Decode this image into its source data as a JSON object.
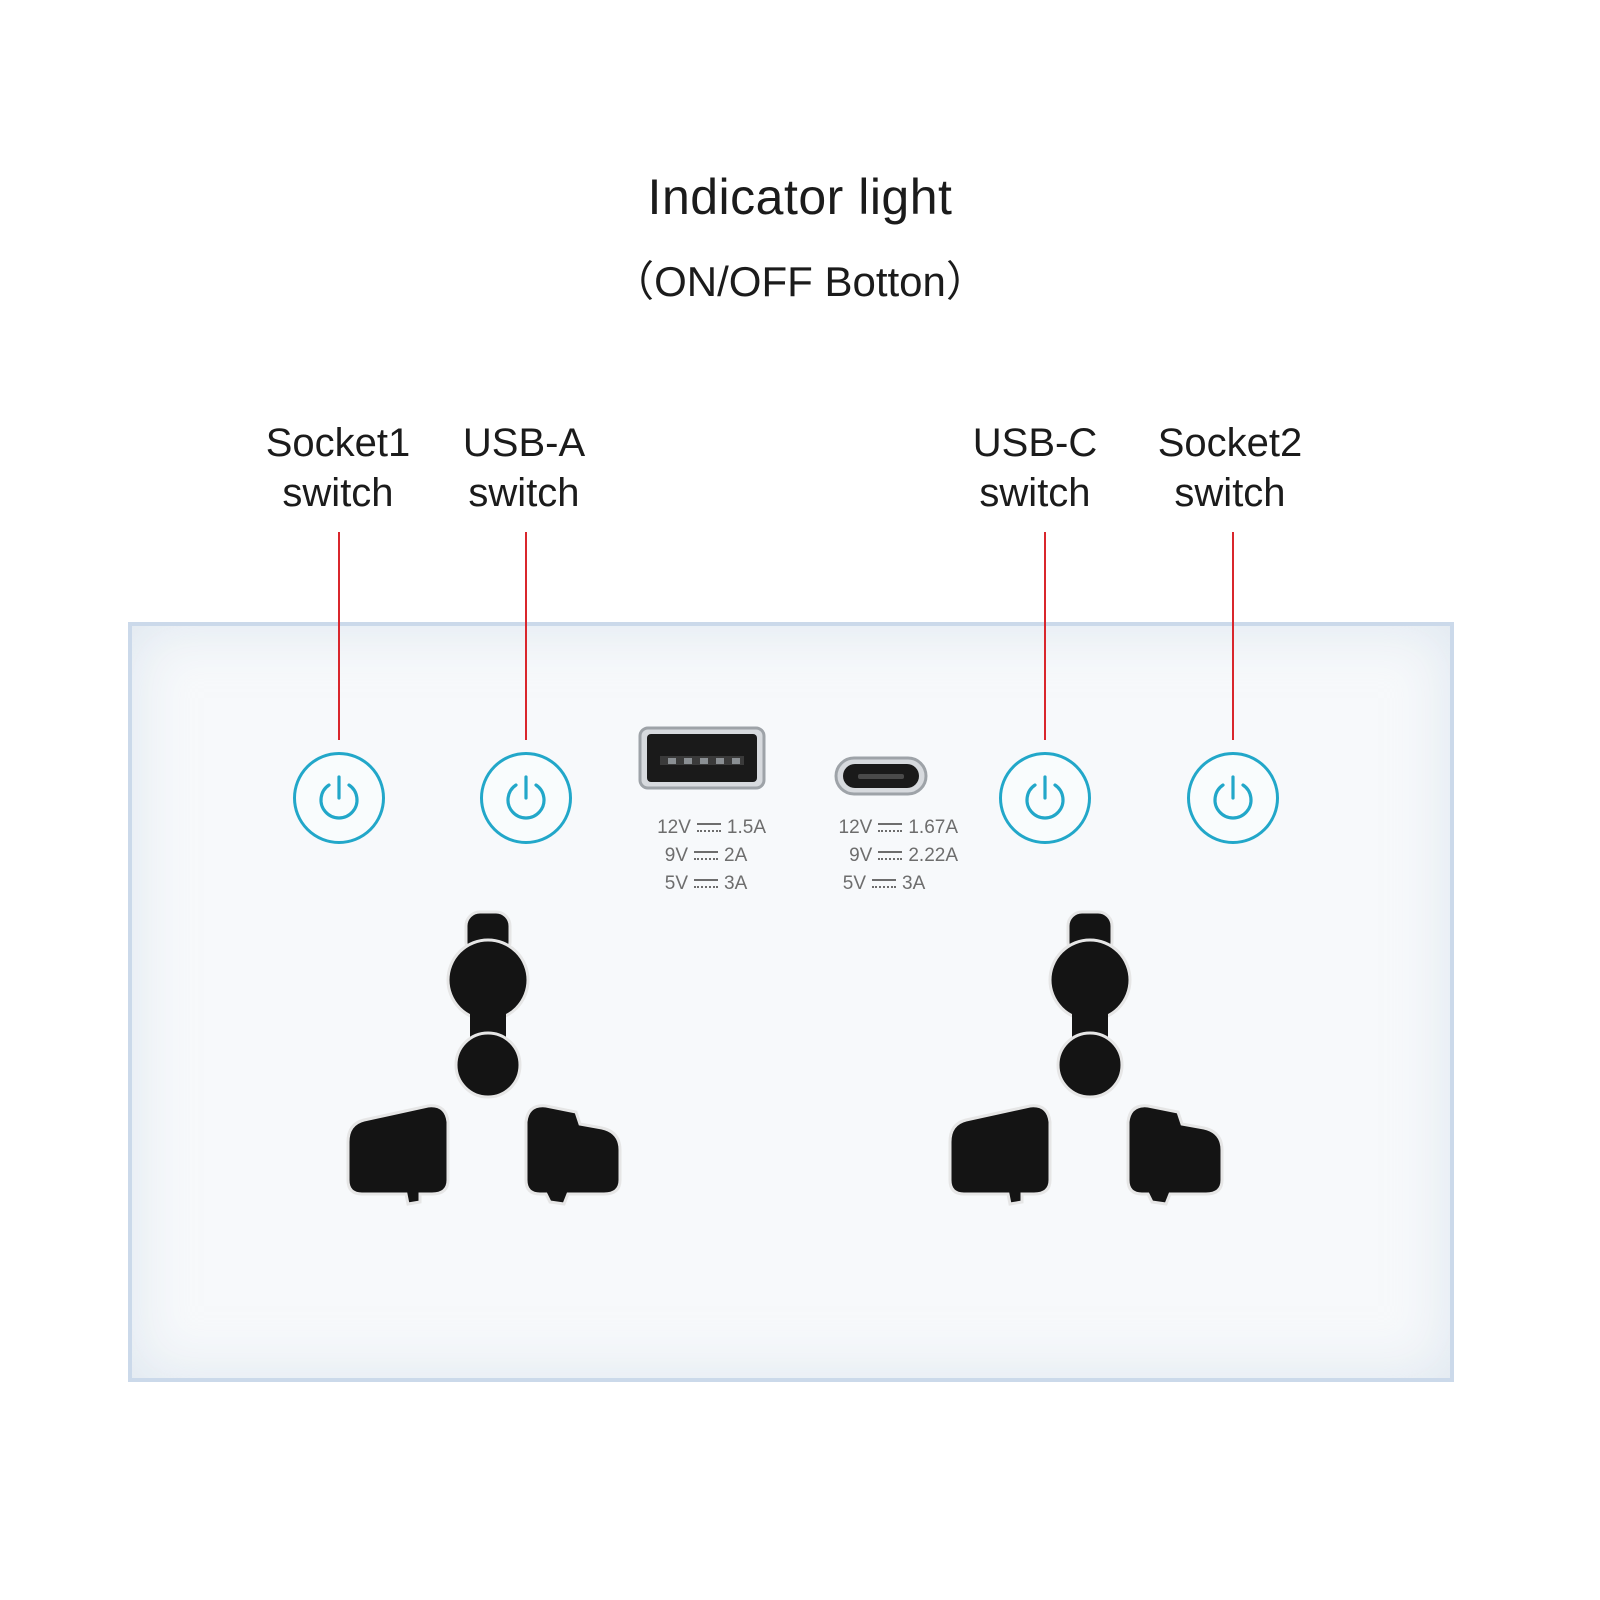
{
  "heading": {
    "title": "Indicator light",
    "subtitle": "（ON/OFF Botton）"
  },
  "callouts": [
    {
      "line1": "Socket1",
      "line2": "switch"
    },
    {
      "line1": "USB-A",
      "line2": "switch"
    },
    {
      "line1": "USB-C",
      "line2": "switch"
    },
    {
      "line1": "Socket2",
      "line2": "switch"
    }
  ],
  "ports": {
    "usb_a": {
      "ratings": [
        {
          "volt": "12V",
          "amp": "1.5A"
        },
        {
          "volt": "9V",
          "amp": "2A"
        },
        {
          "volt": "5V",
          "amp": "3A"
        }
      ]
    },
    "usb_c": {
      "ratings": [
        {
          "volt": "12V",
          "amp": "1.67A"
        },
        {
          "volt": "9V",
          "amp": "2.22A"
        },
        {
          "volt": "5V",
          "amp": "3A"
        }
      ]
    }
  },
  "colors": {
    "indicator": "#22a7c9",
    "leader_line": "#d9262c",
    "panel": "#f7f9fb",
    "panel_edge": "#cbd9ea",
    "socket_hole": "#141414"
  },
  "icons": {
    "switch": "power-icon"
  }
}
